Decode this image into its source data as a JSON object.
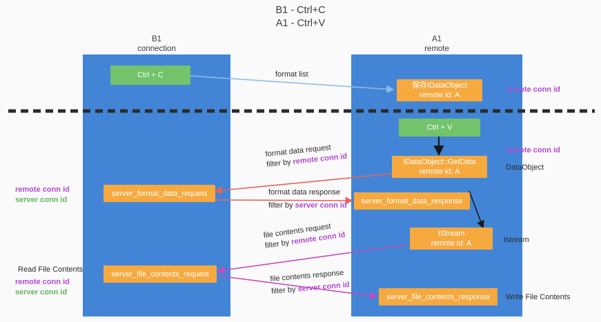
{
  "title": {
    "line1": "B1 - Ctrl+C",
    "line2": "A1 - Ctrl+V"
  },
  "lanes": [
    {
      "id": "b1",
      "name": "B1",
      "sub": "connection"
    },
    {
      "id": "a1",
      "name": "A1",
      "sub": "remote"
    }
  ],
  "boxes": {
    "ctrl_c": "Ctrl + C",
    "ctrl_v": "Ctrl + V",
    "idataobject_l1": "保存IDataObject",
    "idataobject_l2": "remote id: A",
    "getdata_l1": "IDataObject::GetData",
    "getdata_l2": "remote id: A",
    "server_format_data_request": "server_format_data_request",
    "server_format_data_response": "server_format_data_response",
    "istream_l1": "IStream",
    "istream_l2": "remote id: A",
    "server_file_contents_request": "server_file_contents_request",
    "server_file_contents_response": "server_file_contents_response"
  },
  "edges": {
    "format_list": "format list",
    "format_data_request": "format data request",
    "format_data_request_filter_prefix": "filter by ",
    "format_data_request_filter_key": "remote conn id",
    "format_data_response": "format data response",
    "format_data_response_filter_prefix": "filter by ",
    "format_data_response_filter_key": "server conn id",
    "file_contents_request": "file contents request",
    "file_contents_request_filter_prefix": "filter by ",
    "file_contents_request_filter_key": "remote conn id",
    "file_contents_response": "file contents response",
    "file_contents_response_filter_prefix": "filter by ",
    "file_contents_response_filter_key": "server conn id"
  },
  "annotations": {
    "right_top_remote": "remote conn id",
    "right_mid_remote": "remote conn id",
    "right_dataobject": "DataObject",
    "right_istream": "Istream",
    "right_write_file": "Write File Contents",
    "left_remote": "remote conn id",
    "left_server": "server conn id",
    "left_read_file": "Read File Contents",
    "left_remote2": "remote conn id",
    "left_server2": "server conn id"
  },
  "colors": {
    "lane": "#4285d6",
    "green_box": "#72c36a",
    "orange_box": "#f6a93f",
    "remote_conn": "#b24ad0",
    "server_conn": "#62b45a",
    "arrow_light_blue": "#8fbce8",
    "arrow_red": "#e8635a",
    "arrow_magenta": "#c44bc4",
    "arrow_black": "#1a1a1a",
    "divider": "#2b2b2b",
    "background": "#fafafa"
  }
}
